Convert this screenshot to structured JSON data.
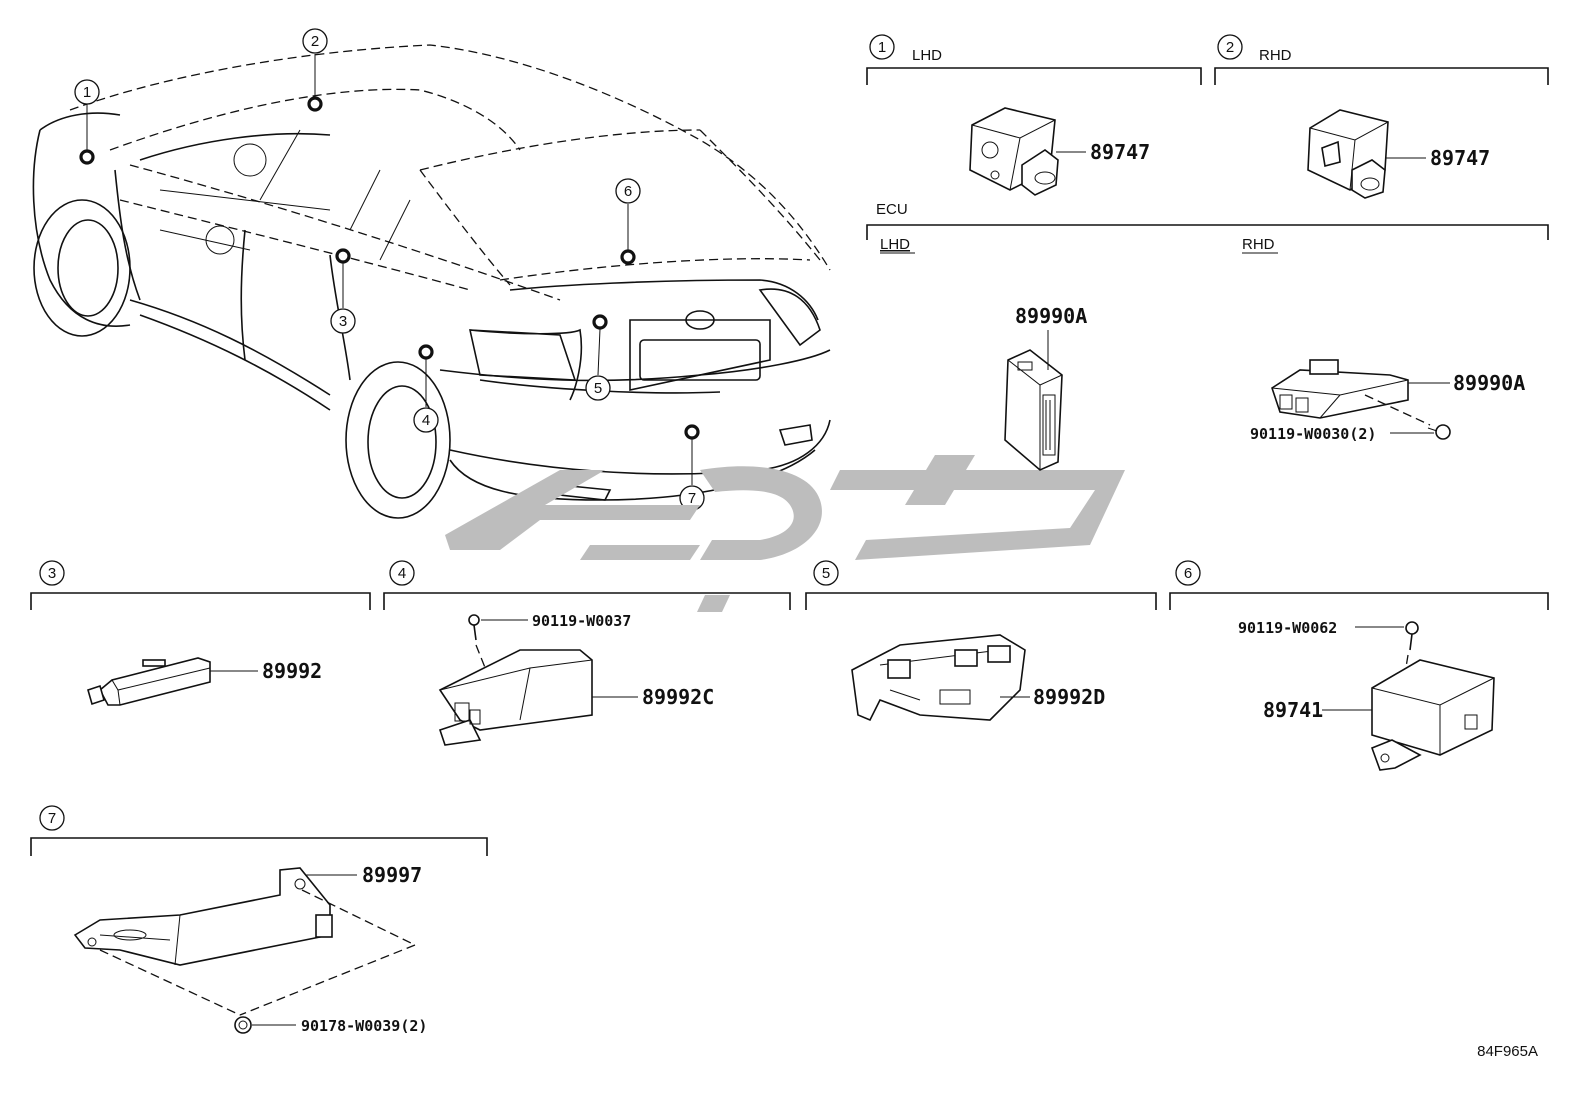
{
  "diagram_code": "84F965A",
  "callout_numbers": [
    "1",
    "2",
    "3",
    "4",
    "5",
    "6",
    "7"
  ],
  "headers": {
    "lhd": "LHD",
    "rhd": "RHD",
    "ecu": "ECU"
  },
  "parts": {
    "p89747_lhd": "89747",
    "p89747_rhd": "89747",
    "p89990a_lhd": "89990A",
    "p89990a_rhd": "89990A",
    "screw_rhd_ecu": "90119-W0030(2)",
    "p89992": "89992",
    "screw_4": "90119-W0037",
    "p89992c": "89992C",
    "p89992d": "89992D",
    "screw_6": "90119-W0062",
    "p89741": "89741",
    "p89997": "89997",
    "clip_7": "90178-W0039(2)"
  },
  "watermark": "artistic-logo"
}
